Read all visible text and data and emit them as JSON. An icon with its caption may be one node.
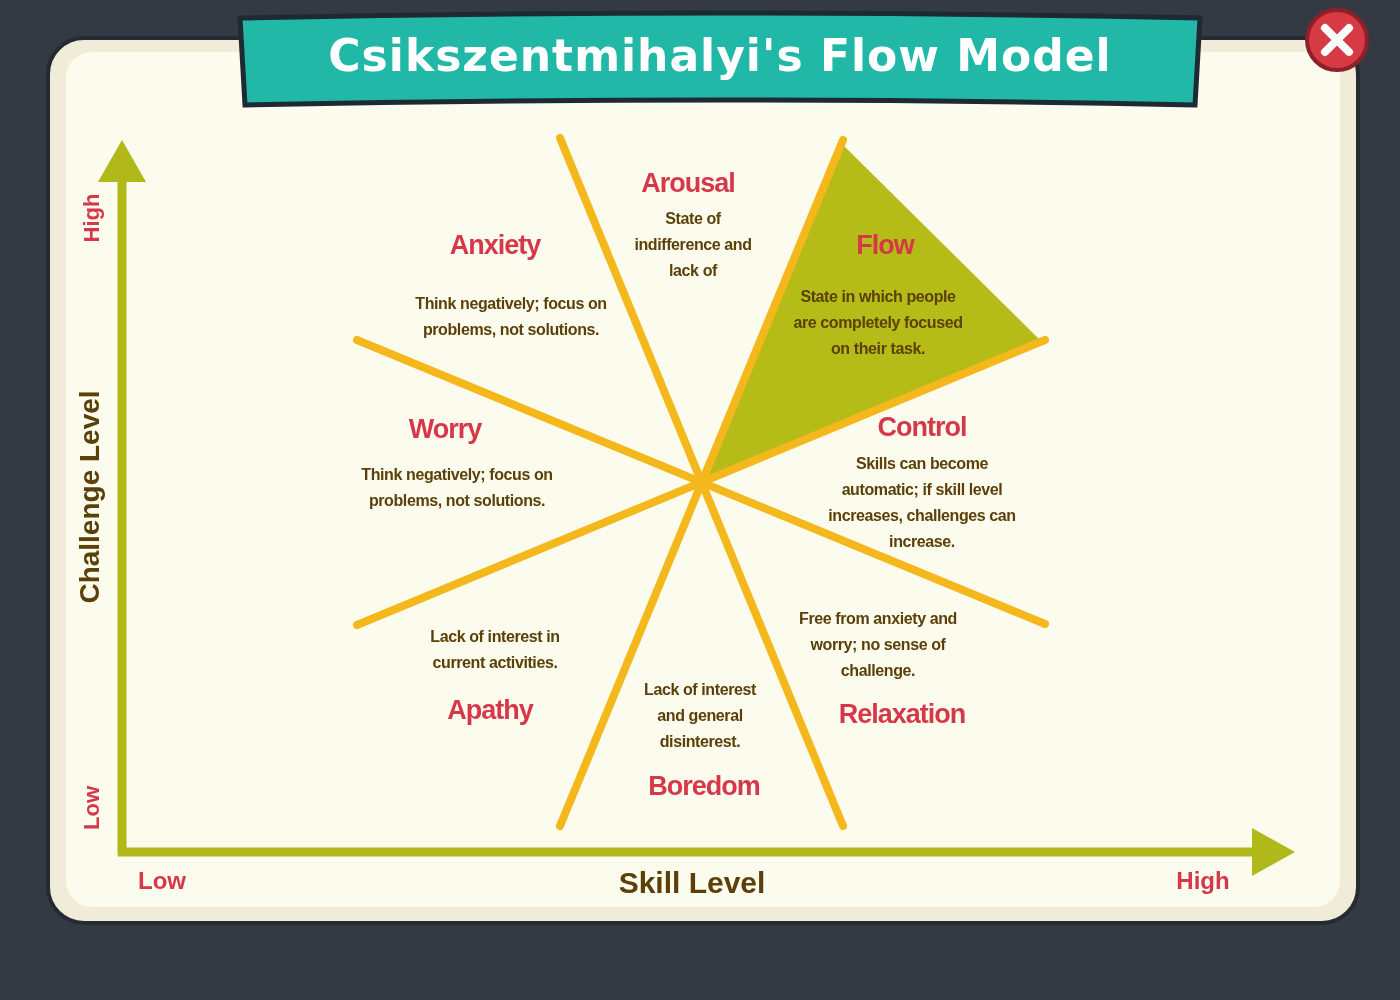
{
  "diagram": {
    "title": "Csikszentmihalyi's Flow Model",
    "nodes": [
      {
        "text": [
          "Arousal",
          "State of indifference and lack of"
        ]
      },
      {
        "text": [
          "Anxiety",
          "Think negatively; focus on problems, not solutions."
        ]
      },
      {
        "text": [
          "Flow",
          "State in which people are completely focused on their task."
        ]
      },
      {
        "text": [
          "Worry",
          "Think negatively; focus on problems, not solutions."
        ]
      },
      {
        "text": [
          "Control",
          "Skills can become automatic; if skill level increases, challenges can increase."
        ]
      },
      {
        "text": [
          "Lack of interest in current activities.",
          "Apathy"
        ]
      },
      {
        "text": [
          "Free from anxiety and worry; no sense of challenge.",
          "Relaxation"
        ]
      },
      {
        "text": [
          "Lack of interest and general disinterest.",
          "Boredom"
        ]
      }
    ],
    "edges": [],
    "labels": [
      "High",
      "Challenge Level",
      "Low",
      "Low",
      "Skill Level",
      "High"
    ]
  }
}
